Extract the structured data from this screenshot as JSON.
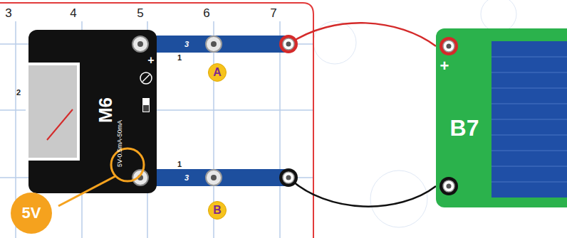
{
  "diagram": {
    "nodes": [
      {
        "text": [
          "M6",
          "+",
          "5V-0.5mA-50mA"
        ]
      },
      {
        "text": [
          "+",
          "B7"
        ]
      }
    ],
    "edges": [
      {
        "from": 0,
        "to": 1,
        "arrow": "none"
      },
      {
        "from": 0,
        "to": 1,
        "arrow": "none"
      }
    ],
    "labels": [
      "3",
      "4",
      "5",
      "6",
      "7",
      "2",
      "3",
      "1",
      "A",
      "3",
      "1",
      "B",
      "5V"
    ]
  }
}
